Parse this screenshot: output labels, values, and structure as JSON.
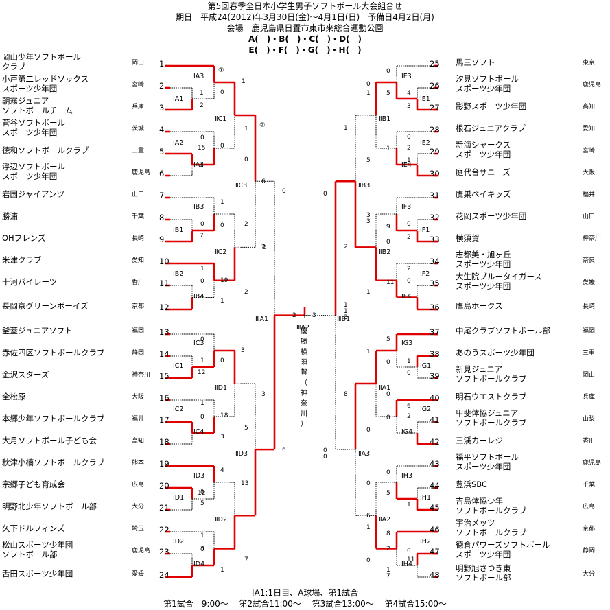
{
  "header": {
    "title": "第5回春季全日本小学生男子ソフトボール大会組合せ",
    "dates": "期日　平成24(2012)年3月30日(金)〜4月1日(日)　予備日4月2日(月)",
    "venue": "会場　鹿児島県日置市東市来総合運動公園",
    "groups1": "A(　)・B(　)・C(　)・D(　)",
    "groups2": "E(　)・F(　)・G(　)・H(　)"
  },
  "teams_left": [
    {
      "seed": "1",
      "pref": "岡山",
      "name": [
        "岡山少年ソフトボール",
        "クラブ"
      ]
    },
    {
      "seed": "2",
      "pref": "宮崎",
      "name": [
        "小戸第二レッドソックス",
        "スポーツ少年団"
      ]
    },
    {
      "seed": "3",
      "pref": "兵庫",
      "name": [
        "朝霧ジュニア",
        "ソフトボールチーム"
      ]
    },
    {
      "seed": "4",
      "pref": "茨城",
      "name": [
        "菅谷ソフトボール",
        "スポーツ少年団"
      ]
    },
    {
      "seed": "5",
      "pref": "三重",
      "name": [
        "徳和ソフトボールクラブ"
      ]
    },
    {
      "seed": "6",
      "pref": "鹿児島",
      "name": [
        "浮辺ソフトボール",
        "スポーツ少年団"
      ]
    },
    {
      "seed": "7",
      "pref": "山口",
      "name": [
        "岩国ジャイアンツ"
      ]
    },
    {
      "seed": "8",
      "pref": "千葉",
      "name": [
        "勝浦"
      ]
    },
    {
      "seed": "9",
      "pref": "長崎",
      "name": [
        "OHフレンズ"
      ]
    },
    {
      "seed": "10",
      "pref": "愛知",
      "name": [
        "米津クラブ"
      ]
    },
    {
      "seed": "11",
      "pref": "香川",
      "name": [
        "十河パイレーツ"
      ]
    },
    {
      "seed": "12",
      "pref": "京都",
      "name": [
        "長岡京グリーンボーイズ"
      ]
    },
    {
      "seed": "13",
      "pref": "福岡",
      "name": [
        "釜蓋ジュニアソフト"
      ]
    },
    {
      "seed": "14",
      "pref": "静岡",
      "name": [
        "赤佐四区ソフトボールクラブ"
      ]
    },
    {
      "seed": "15",
      "pref": "神奈川",
      "name": [
        "金沢スターズ"
      ]
    },
    {
      "seed": "16",
      "pref": "大阪",
      "name": [
        "全松原"
      ]
    },
    {
      "seed": "17",
      "pref": "福井",
      "name": [
        "本郷少年ソフトボールクラブ"
      ]
    },
    {
      "seed": "18",
      "pref": "高知",
      "name": [
        "大月ソフトボール子ども会"
      ]
    },
    {
      "seed": "19",
      "pref": "熊本",
      "name": [
        "秋津小楠ソフトボールクラブ"
      ]
    },
    {
      "seed": "20",
      "pref": "広島",
      "name": [
        "宗郷子ども育成会"
      ]
    },
    {
      "seed": "21",
      "pref": "大分",
      "name": [
        "明野北少年ソフトボール部"
      ]
    },
    {
      "seed": "22",
      "pref": "埼玉",
      "name": [
        "久下ドルフィンズ"
      ]
    },
    {
      "seed": "23",
      "pref": "鹿児島",
      "name": [
        "松山スポーツ少年団",
        "ソフトボール部"
      ]
    },
    {
      "seed": "24",
      "pref": "愛媛",
      "name": [
        "舌田スポーツ少年団"
      ]
    }
  ],
  "teams_right": [
    {
      "seed": "25",
      "pref": "東京",
      "name": [
        "馬三ソフト"
      ]
    },
    {
      "seed": "26",
      "pref": "鹿児島",
      "name": [
        "汐見ソフトボール",
        "スポーツ少年団"
      ]
    },
    {
      "seed": "27",
      "pref": "高知",
      "name": [
        "影野スポーツ少年団"
      ]
    },
    {
      "seed": "28",
      "pref": "愛知",
      "name": [
        "根石ジュニアクラブ"
      ]
    },
    {
      "seed": "29",
      "pref": "宮崎",
      "name": [
        "新海シャークス",
        "スポーツ少年団"
      ]
    },
    {
      "seed": "30",
      "pref": "大阪",
      "name": [
        "庭代台サニーズ"
      ]
    },
    {
      "seed": "31",
      "pref": "福井",
      "name": [
        "鷹巣ベイキッズ"
      ]
    },
    {
      "seed": "32",
      "pref": "山口",
      "name": [
        "花岡スポーツ少年団"
      ]
    },
    {
      "seed": "33",
      "pref": "神奈川",
      "name": [
        "横須賀"
      ]
    },
    {
      "seed": "34",
      "pref": "奈良",
      "name": [
        "志都美・旭ヶ丘",
        "スポーツ少年団"
      ]
    },
    {
      "seed": "35",
      "pref": "愛媛",
      "name": [
        "大生院ブルータイガース",
        "スポーツ少年団"
      ]
    },
    {
      "seed": "36",
      "pref": "長崎",
      "name": [
        "鷹島ホークス"
      ]
    },
    {
      "seed": "37",
      "pref": "福岡",
      "name": [
        "中尾クラブソフトボール部"
      ]
    },
    {
      "seed": "38",
      "pref": "三重",
      "name": [
        "あのうスポーツ少年団"
      ]
    },
    {
      "seed": "39",
      "pref": "岡山",
      "name": [
        "新見ジュニア",
        "ソフトボールクラブ"
      ]
    },
    {
      "seed": "40",
      "pref": "兵庫",
      "name": [
        "明石ウエストクラブ"
      ]
    },
    {
      "seed": "41",
      "pref": "山梨",
      "name": [
        "甲斐体協ジュニア",
        "ソフトボールクラブ"
      ]
    },
    {
      "seed": "42",
      "pref": "香川",
      "name": [
        "三渓カーレジ"
      ]
    },
    {
      "seed": "43",
      "pref": "鹿児島",
      "name": [
        "福平ソフトボール",
        "スポーツ少年団"
      ]
    },
    {
      "seed": "44",
      "pref": "千葉",
      "name": [
        "豊浜SBC"
      ]
    },
    {
      "seed": "45",
      "pref": "広島",
      "name": [
        "吉島体協少年",
        "ソフトボールクラブ"
      ]
    },
    {
      "seed": "46",
      "pref": "京都",
      "name": [
        "宇治メッツ",
        "ソフトボールクラブ"
      ]
    },
    {
      "seed": "47",
      "pref": "静岡",
      "name": [
        "徳倉パワーズソフトボール",
        "スポーツ少年団"
      ]
    },
    {
      "seed": "48",
      "pref": "大分",
      "name": [
        "明野旭さつき東",
        "ソフトボール部"
      ]
    }
  ],
  "match_labels": {
    "IA3": "ⅠA3",
    "IA1": "ⅠA1",
    "IA2": "ⅠA2",
    "IA4": "ⅠA4",
    "IB3": "ⅠB3",
    "IB1": "ⅠB1",
    "IB2": "ⅠB2",
    "IB4": "ⅠB4",
    "IC3": "ⅠC3",
    "IC1": "ⅠC1",
    "IC2": "ⅠC2",
    "IC4": "ⅠC4",
    "ID3": "ⅠD3",
    "ID1": "ⅠD1",
    "ID2": "ⅠD2",
    "ID4": "ⅠD4",
    "IIC1": "ⅡC1",
    "IIC3": "ⅡC3",
    "IIC2": "ⅡC2",
    "IID1": "ⅡD1",
    "IID3": "ⅡD3",
    "IID2": "ⅡD2",
    "IIIA1": "ⅢA1",
    "IE3": "ⅠE3",
    "IE1": "ⅠE1",
    "IE2": "ⅠE2",
    "IE4": "ⅠE4",
    "IF3": "ⅠF3",
    "IF1": "ⅠF1",
    "IF2": "ⅠF2",
    "IF4": "ⅠF4",
    "IG3": "ⅠG3",
    "IG1": "ⅠG1",
    "IG2": "ⅠG2",
    "IG4": "ⅠG4",
    "IH3": "ⅠH3",
    "IH1": "ⅠH1",
    "IH2": "ⅠH2",
    "IH4": "ⅠH4",
    "IIB1": "ⅡB1",
    "IIB3": "ⅡB3",
    "IIB2": "ⅡB2",
    "IIA1": "ⅡA1",
    "IIA3": "ⅡA3",
    "IIA2": "ⅡA2",
    "IIIB1": "ⅢB1",
    "IIIA2": "ⅢA2"
  },
  "special_marks": {
    "m1": "①",
    "m2": "②"
  },
  "scores_left": [
    "1",
    "0",
    "1",
    "2",
    "1",
    "0",
    "15",
    "0",
    "1",
    "0",
    "1",
    "0",
    "6",
    "0",
    "7",
    "2",
    "1",
    "0",
    "19",
    "2",
    "2",
    "1",
    "0",
    "3",
    "1",
    "0",
    "12",
    "1",
    "0",
    "18",
    "3",
    "5",
    "3",
    "4",
    "1",
    "0",
    "12",
    "5",
    "13",
    "1",
    "0",
    "3",
    "1",
    "7",
    "0",
    "6",
    "2"
  ],
  "scores_right": [
    "0",
    "0",
    "5",
    "4",
    "3",
    "1",
    "1",
    "0",
    "1",
    "2",
    "5",
    "1",
    "0",
    "3",
    "9",
    "0",
    "2",
    "0",
    "2",
    "11",
    "0",
    "1",
    "2",
    "3",
    "5",
    "1",
    "0",
    "0",
    "1",
    "0",
    "6",
    "0",
    "2",
    "0",
    "8",
    "0",
    "0",
    "5",
    "1",
    "6",
    "8",
    "0",
    "2",
    "11",
    "0",
    "1",
    "1",
    "1",
    "1",
    "3",
    "0",
    "0",
    "7"
  ],
  "final": {
    "score_left": "2",
    "score_right": "3",
    "winner_chars": [
      "優",
      "勝",
      "横",
      "須",
      "賀",
      "（",
      "神",
      "奈",
      "川",
      "）"
    ]
  },
  "footer": {
    "note": "ⅠA1:1日目、A球場、第1試合",
    "times": "第1試合　9:00〜　 第2試合11:00〜　 第3試合13:00〜　 第4試合15:00〜"
  }
}
